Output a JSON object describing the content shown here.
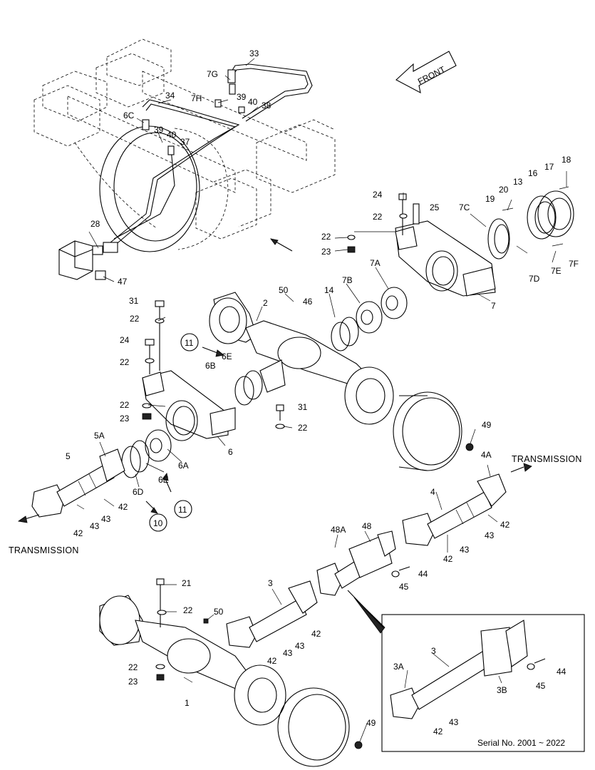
{
  "front_label": "FRONT",
  "transmission_right": "TRANSMISSION",
  "transmission_left": "TRANSMISSION",
  "serial_note": "Serial No. 2001 ~ 2022",
  "callouts": {
    "c33": "33",
    "c7G": "7G",
    "c7H": "7H",
    "c34": "34",
    "c39a": "39",
    "c40a": "40",
    "c38": "38",
    "c6C": "6C",
    "c39b": "39",
    "c40b": "40",
    "c37": "37",
    "c28": "28",
    "c47": "47",
    "c24a": "24",
    "c25": "25",
    "c22a": "22",
    "c22b": "22",
    "c23a": "23",
    "c18": "18",
    "c17": "17",
    "c16": "16",
    "c13": "13",
    "c20": "20",
    "c19": "19",
    "c7C": "7C",
    "c7D": "7D",
    "c7E": "7E",
    "c7F": "7F",
    "c7A": "7A",
    "c7B": "7B",
    "c7": "7",
    "c14": "14",
    "c46": "46",
    "c50a": "50",
    "c2": "2",
    "c11a": "11",
    "c6E": "6E",
    "c6B": "6B",
    "c31a": "31",
    "c22c": "22",
    "c24b": "24",
    "c22d": "22",
    "c22e": "22",
    "c23b": "23",
    "c31b": "31",
    "c22f": "22",
    "c49a": "49",
    "c6": "6",
    "c5A": "5A",
    "c5": "5",
    "c6A": "6A",
    "c6D": "6D",
    "c6E2": "6E",
    "c42a": "42",
    "c43a": "43",
    "c43b": "43",
    "c42b": "42",
    "c10": "10",
    "c11b": "11",
    "c4A": "4A",
    "c4": "4",
    "c42c": "42",
    "c43c": "43",
    "c42d": "42",
    "c43d": "43",
    "c48A": "48A",
    "c48": "48",
    "c44a": "44",
    "c45a": "45",
    "c21": "21",
    "c22g": "22",
    "c50b": "50",
    "c3": "3",
    "c42e": "42",
    "c43e": "43",
    "c43f": "43",
    "c42f": "42",
    "c22h": "22",
    "c23c": "23",
    "c1": "1",
    "c49b": "49",
    "c3i": "3",
    "c3A": "3A",
    "c3B": "3B",
    "c44b": "44",
    "c45b": "45",
    "c42g": "42",
    "c43g": "43"
  }
}
